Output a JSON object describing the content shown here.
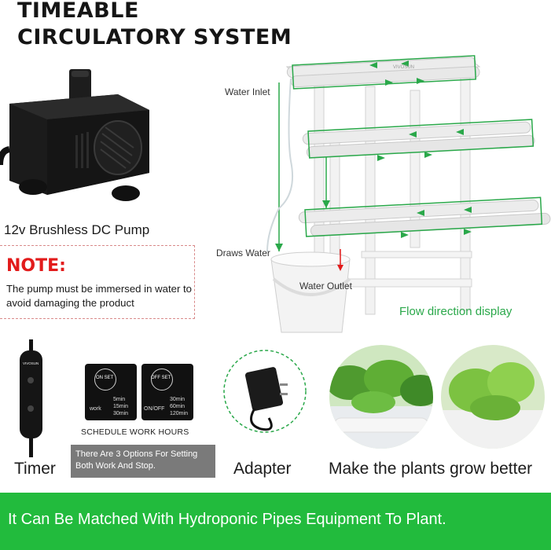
{
  "title": {
    "line1": "TIMEABLE",
    "line2": "CIRCULATORY SYSTEM"
  },
  "pump": {
    "caption": "12v Brushless DC Pump"
  },
  "note": {
    "heading": "NOTE:",
    "text": "The pump must be immersed in water to avoid damaging the product"
  },
  "diagram": {
    "water_inlet": "Water Inlet",
    "draws_water": "Draws Water",
    "water_outlet": "Water Outlet",
    "flow_direction": "Flow direction display",
    "brand": "VIVOSUN"
  },
  "timer": {
    "caption": "Timer",
    "device_brand": "VIVOSUN",
    "schedule_label": "SCHEDULE WORK HOURS",
    "options_text": "There Are 3 Options For Setting Both Work And Stop.",
    "on_set": "ON SET",
    "off_set": "OFF SET",
    "work": "work",
    "on_off": "ON/OFF",
    "work_options": [
      "5min",
      "15min",
      "30min"
    ],
    "off_options": [
      "30min",
      "60min",
      "120min"
    ]
  },
  "adapter": {
    "caption": "Adapter"
  },
  "plants": {
    "caption": "Make the plants grow better"
  },
  "banner": {
    "text": "It Can Be Matched With Hydroponic Pipes Equipment To Plant."
  },
  "colors": {
    "green": "#22bb3d",
    "note_red": "#e21b1b",
    "flow_green": "#2aa84a",
    "option_box": "#7a7a7a"
  }
}
